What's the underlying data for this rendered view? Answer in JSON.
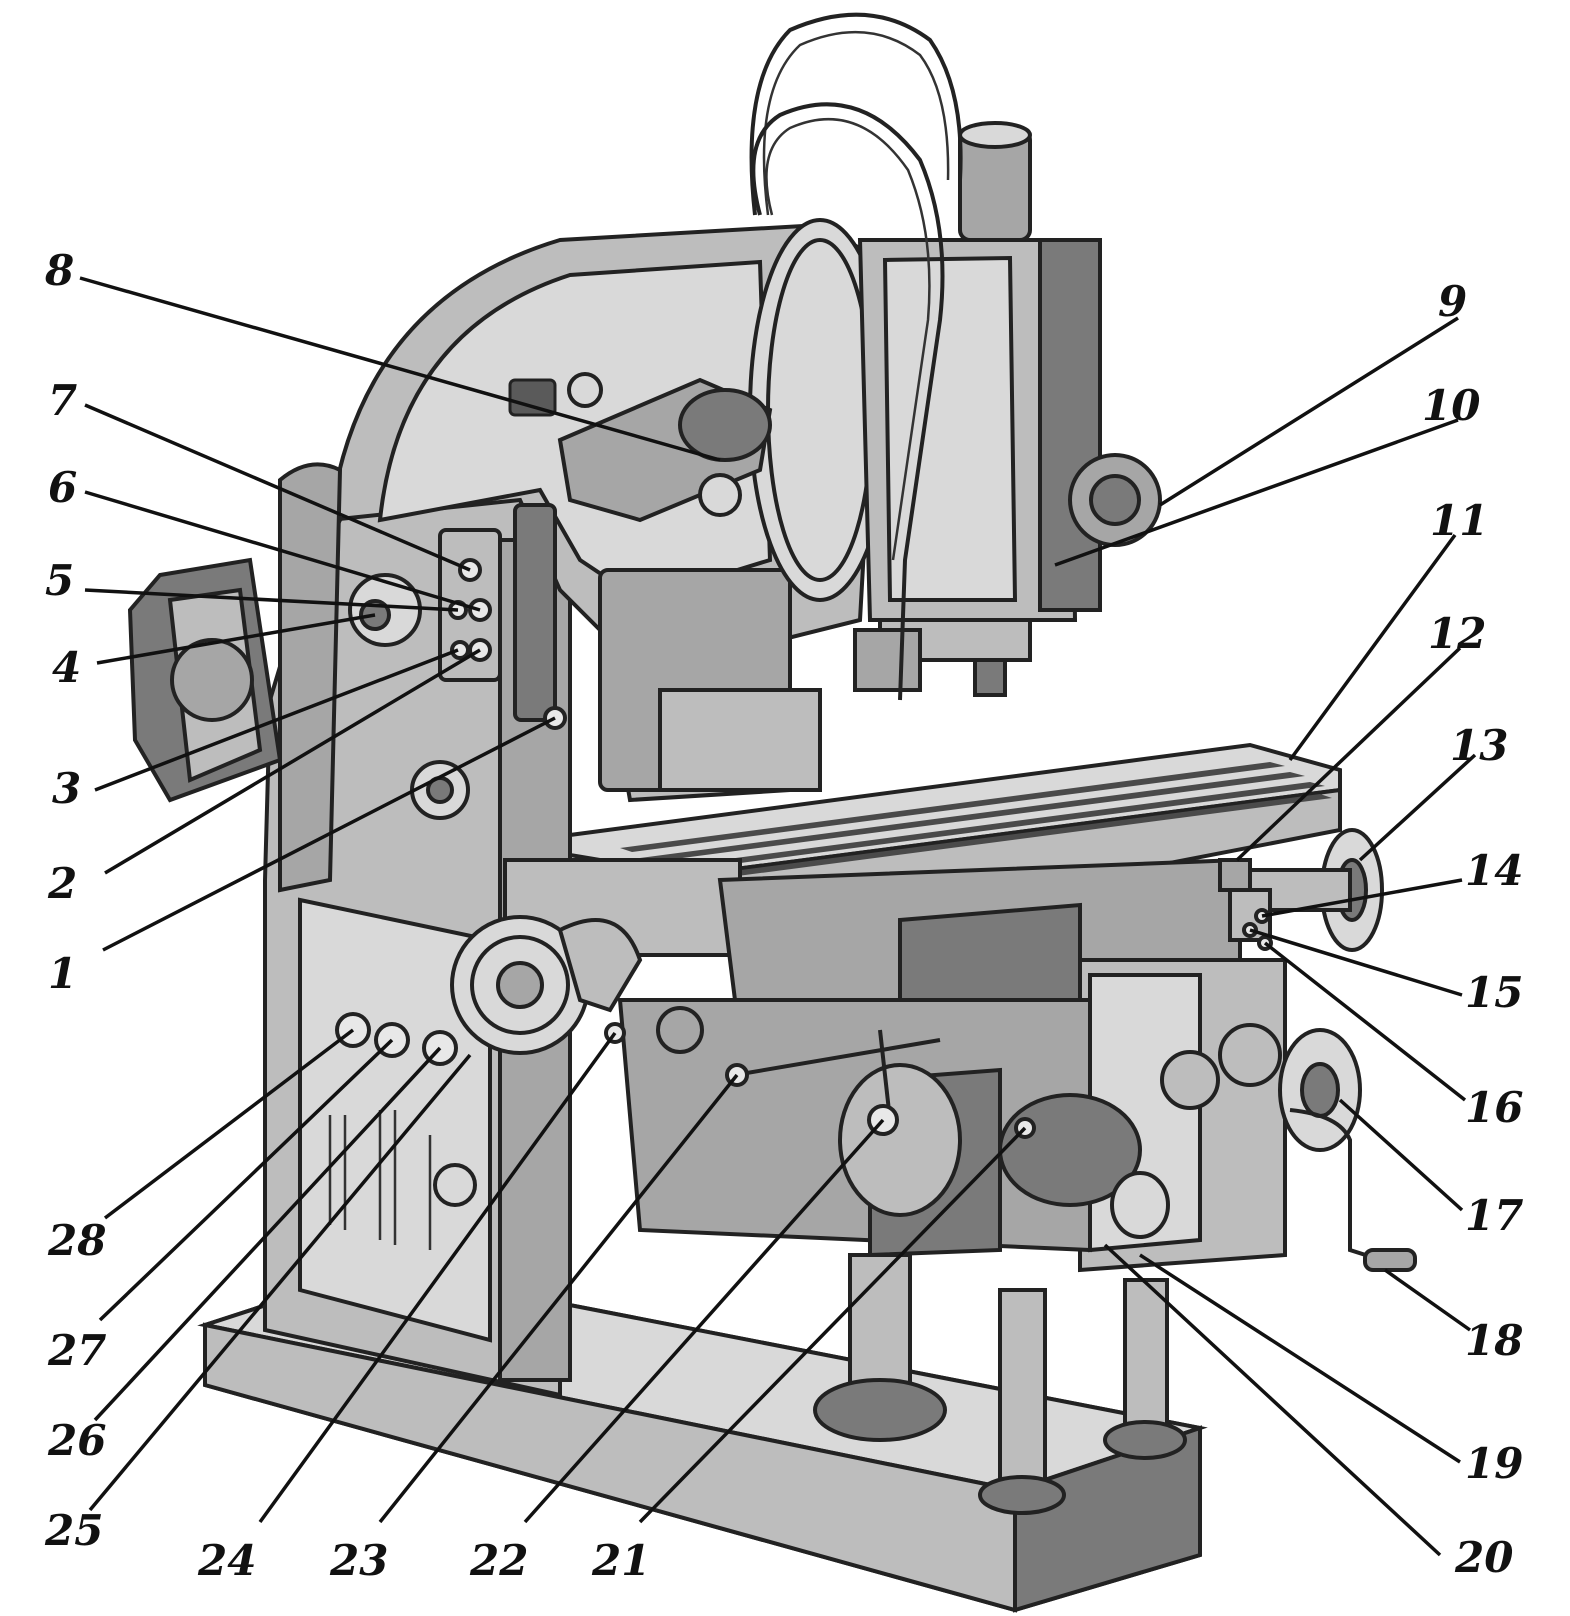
{
  "diagram": {
    "subject": "vertical milling machine",
    "callouts": [
      {
        "id": 1,
        "label": "1"
      },
      {
        "id": 2,
        "label": "2"
      },
      {
        "id": 3,
        "label": "3"
      },
      {
        "id": 4,
        "label": "4"
      },
      {
        "id": 5,
        "label": "5"
      },
      {
        "id": 6,
        "label": "6"
      },
      {
        "id": 7,
        "label": "7"
      },
      {
        "id": 8,
        "label": "8"
      },
      {
        "id": 9,
        "label": "9"
      },
      {
        "id": 10,
        "label": "10"
      },
      {
        "id": 11,
        "label": "11"
      },
      {
        "id": 12,
        "label": "12"
      },
      {
        "id": 13,
        "label": "13"
      },
      {
        "id": 14,
        "label": "14"
      },
      {
        "id": 15,
        "label": "15"
      },
      {
        "id": 16,
        "label": "16"
      },
      {
        "id": 17,
        "label": "17"
      },
      {
        "id": 18,
        "label": "18"
      },
      {
        "id": 19,
        "label": "19"
      },
      {
        "id": 20,
        "label": "20"
      },
      {
        "id": 21,
        "label": "21"
      },
      {
        "id": 22,
        "label": "22"
      },
      {
        "id": 23,
        "label": "23"
      },
      {
        "id": 24,
        "label": "24"
      },
      {
        "id": 25,
        "label": "25"
      },
      {
        "id": 26,
        "label": "26"
      },
      {
        "id": 27,
        "label": "27"
      },
      {
        "id": 28,
        "label": "28"
      }
    ]
  }
}
